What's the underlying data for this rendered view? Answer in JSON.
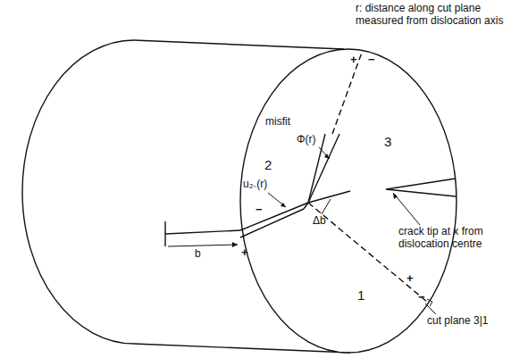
{
  "diagram": {
    "labels": [
      "r: distance along cut plane measured from dislocation axis",
      "+",
      "−",
      "misfit",
      "Φ(r)",
      "2",
      "3",
      "1",
      "u₂₋(r)",
      "−",
      "Δb",
      "b",
      "+",
      "crack tip at x from dislocation centre",
      "+",
      "−",
      "cut plane 3|1"
    ]
  }
}
